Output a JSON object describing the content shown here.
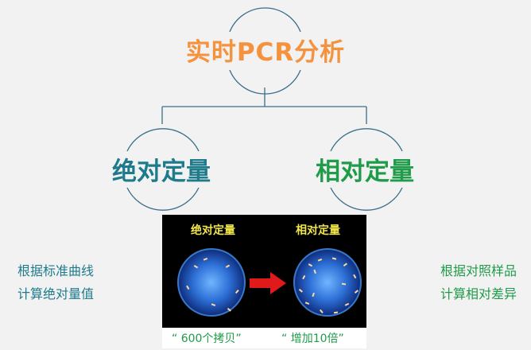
{
  "title": "实时PCR分析",
  "branches": {
    "absolute": "绝对定量",
    "relative": "相对定量"
  },
  "notes": {
    "left": [
      "根据标准曲线",
      "计算绝对量值"
    ],
    "right": [
      "根据对照样品",
      "计算相对差异"
    ]
  },
  "panel": {
    "left_label": "绝对定量",
    "right_label": "相对定量",
    "left_caption": "“ 600个拷贝”",
    "right_caption": "“ 增加10倍”"
  },
  "colors": {
    "title": "#f5923e",
    "absolute": "#1e7b8c",
    "relative": "#1f9b4a",
    "connector": "#3a6f8a",
    "panel_text": "#f0e64a"
  }
}
